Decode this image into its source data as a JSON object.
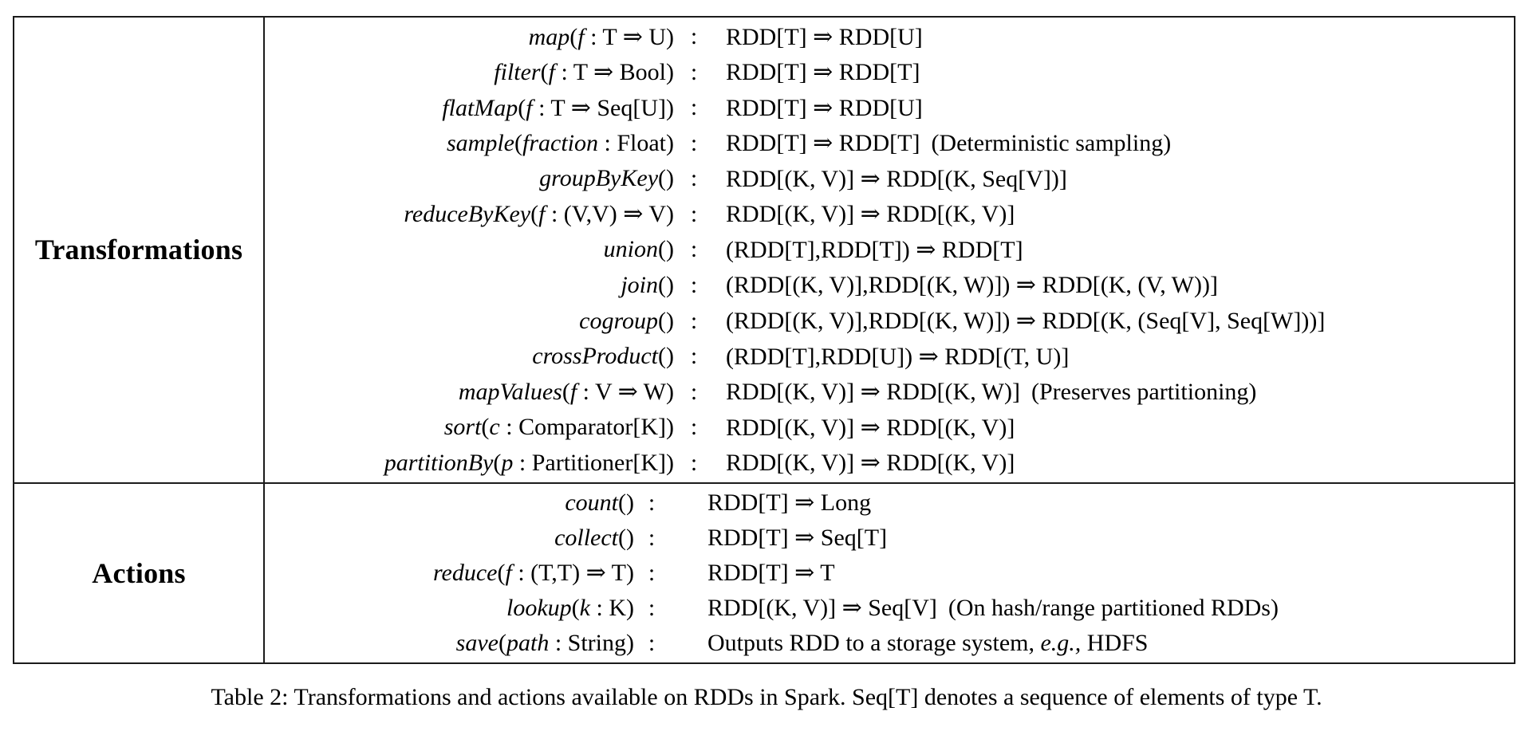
{
  "figure": {
    "caption": "Table 2: Transformations and actions available on RDDs in Spark. Seq[T] denotes a sequence of elements of type T.",
    "colon": ":",
    "sections": [
      {
        "label": "Transformations",
        "rows": [
          {
            "sig": [
              [
                "map",
                1
              ],
              [
                "(",
                0
              ],
              [
                "f",
                1
              ],
              [
                " : T ⇒ U)",
                0
              ]
            ],
            "type": [
              [
                "RDD[T] ⇒ RDD[U]",
                0
              ]
            ],
            "note": ""
          },
          {
            "sig": [
              [
                "filter",
                1
              ],
              [
                "(",
                0
              ],
              [
                "f",
                1
              ],
              [
                " : T ⇒ Bool)",
                0
              ]
            ],
            "type": [
              [
                "RDD[T] ⇒ RDD[T]",
                0
              ]
            ],
            "note": ""
          },
          {
            "sig": [
              [
                "flatMap",
                1
              ],
              [
                "(",
                0
              ],
              [
                "f",
                1
              ],
              [
                " : T ⇒ Seq[U])",
                0
              ]
            ],
            "type": [
              [
                "RDD[T] ⇒ RDD[U]",
                0
              ]
            ],
            "note": ""
          },
          {
            "sig": [
              [
                "sample",
                1
              ],
              [
                "(",
                0
              ],
              [
                "fraction",
                1
              ],
              [
                " : Float)",
                0
              ]
            ],
            "type": [
              [
                "RDD[T] ⇒ RDD[T]",
                0
              ]
            ],
            "note": "(Deterministic sampling)"
          },
          {
            "sig": [
              [
                "groupByKey",
                1
              ],
              [
                "()",
                0
              ]
            ],
            "type": [
              [
                "RDD[(K, V)] ⇒ RDD[(K, Seq[V])]",
                0
              ]
            ],
            "note": ""
          },
          {
            "sig": [
              [
                "reduceByKey",
                1
              ],
              [
                "(",
                0
              ],
              [
                "f",
                1
              ],
              [
                " : (V,V) ⇒ V)",
                0
              ]
            ],
            "type": [
              [
                "RDD[(K, V)] ⇒ RDD[(K, V)]",
                0
              ]
            ],
            "note": ""
          },
          {
            "sig": [
              [
                "union",
                1
              ],
              [
                "()",
                0
              ]
            ],
            "type": [
              [
                "(RDD[T],RDD[T]) ⇒ RDD[T]",
                0
              ]
            ],
            "note": ""
          },
          {
            "sig": [
              [
                "join",
                1
              ],
              [
                "()",
                0
              ]
            ],
            "type": [
              [
                "(RDD[(K, V)],RDD[(K, W)]) ⇒ RDD[(K, (V, W))]",
                0
              ]
            ],
            "note": ""
          },
          {
            "sig": [
              [
                "cogroup",
                1
              ],
              [
                "()",
                0
              ]
            ],
            "type": [
              [
                "(RDD[(K, V)],RDD[(K, W)]) ⇒ RDD[(K, (Seq[V], Seq[W]))]",
                0
              ]
            ],
            "note": ""
          },
          {
            "sig": [
              [
                "crossProduct",
                1
              ],
              [
                "()",
                0
              ]
            ],
            "type": [
              [
                "(RDD[T],RDD[U]) ⇒ RDD[(T, U)]",
                0
              ]
            ],
            "note": ""
          },
          {
            "sig": [
              [
                "mapValues",
                1
              ],
              [
                "(",
                0
              ],
              [
                "f",
                1
              ],
              [
                " : V ⇒ W)",
                0
              ]
            ],
            "type": [
              [
                "RDD[(K, V)] ⇒ RDD[(K, W)]",
                0
              ]
            ],
            "note": "(Preserves partitioning)"
          },
          {
            "sig": [
              [
                "sort",
                1
              ],
              [
                "(",
                0
              ],
              [
                "c",
                1
              ],
              [
                " : Comparator[K])",
                0
              ]
            ],
            "type": [
              [
                "RDD[(K, V)] ⇒ RDD[(K, V)]",
                0
              ]
            ],
            "note": ""
          },
          {
            "sig": [
              [
                "partitionBy",
                1
              ],
              [
                "(",
                0
              ],
              [
                "p",
                1
              ],
              [
                " : Partitioner[K])",
                0
              ]
            ],
            "type": [
              [
                "RDD[(K, V)] ⇒ RDD[(K, V)]",
                0
              ]
            ],
            "note": ""
          }
        ]
      },
      {
        "label": "Actions",
        "rows": [
          {
            "sig": [
              [
                "count",
                1
              ],
              [
                "()",
                0
              ]
            ],
            "type": [
              [
                "RDD[T] ⇒ Long",
                0
              ]
            ],
            "note": ""
          },
          {
            "sig": [
              [
                "collect",
                1
              ],
              [
                "()",
                0
              ]
            ],
            "type": [
              [
                "RDD[T] ⇒ Seq[T]",
                0
              ]
            ],
            "note": ""
          },
          {
            "sig": [
              [
                "reduce",
                1
              ],
              [
                "(",
                0
              ],
              [
                "f",
                1
              ],
              [
                " : (T,T) ⇒ T)",
                0
              ]
            ],
            "type": [
              [
                "RDD[T] ⇒ T",
                0
              ]
            ],
            "note": ""
          },
          {
            "sig": [
              [
                "lookup",
                1
              ],
              [
                "(",
                0
              ],
              [
                "k",
                1
              ],
              [
                " : K)",
                0
              ]
            ],
            "type": [
              [
                "RDD[(K, V)] ⇒ Seq[V]",
                0
              ]
            ],
            "note": "(On hash/range partitioned RDDs)"
          },
          {
            "sig": [
              [
                "save",
                1
              ],
              [
                "(",
                0
              ],
              [
                "path",
                1
              ],
              [
                " : String)",
                0
              ]
            ],
            "type": [
              [
                "Outputs RDD to a storage system, ",
                0
              ],
              [
                "e.g.,",
                1
              ],
              [
                " HDFS",
                0
              ]
            ],
            "note": ""
          }
        ]
      }
    ]
  }
}
